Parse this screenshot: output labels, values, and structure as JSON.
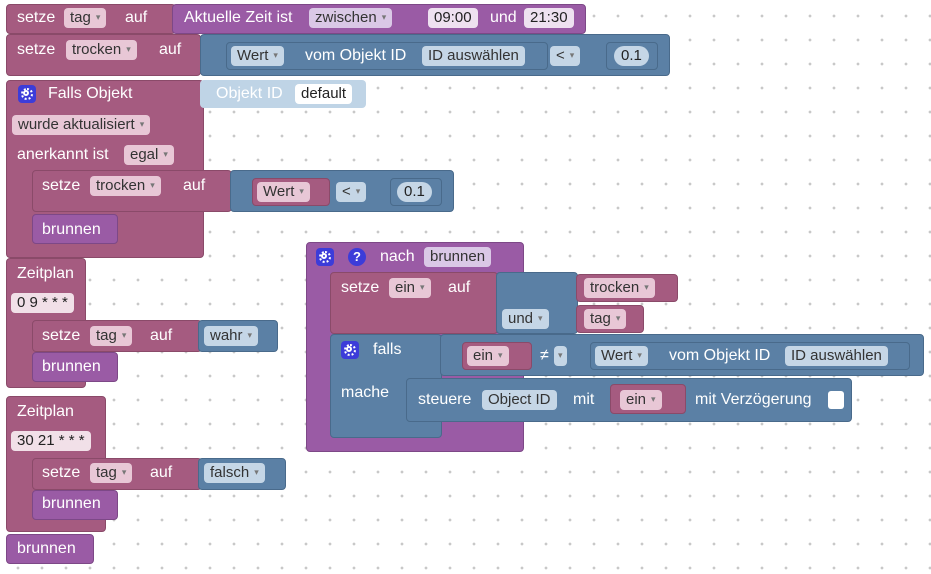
{
  "row1": {
    "set_label": "setze",
    "var": "tag",
    "to_label": "auf",
    "time_label": "Aktuelle Zeit ist",
    "time_op": "zwischen",
    "time_from": "09:00",
    "and_label": "und",
    "time_to": "21:30"
  },
  "row2": {
    "set_label": "setze",
    "var": "trocken",
    "to_label": "auf",
    "value_label": "Wert",
    "of_object_label": "vom Objekt ID",
    "object_id": "ID auswählen",
    "compare_op": "<",
    "threshold": "0.1"
  },
  "trigger": {
    "title": "Falls Objekt",
    "object_id_label": "Objekt ID",
    "object_id_value": "default",
    "updated": "wurde aktualisiert",
    "ack_label": "anerkannt ist",
    "ack_value": "egal",
    "set_label": "setze",
    "var": "trocken",
    "to_label": "auf",
    "value_label": "Wert",
    "compare_op": "<",
    "threshold": "0.1",
    "call": "brunnen"
  },
  "schedule1": {
    "title": "Zeitplan",
    "cron": "0 9 * * *",
    "set_label": "setze",
    "var": "tag",
    "to_label": "auf",
    "value": "wahr",
    "call": "brunnen"
  },
  "schedule2": {
    "title": "Zeitplan",
    "cron": "30 21 * * *",
    "set_label": "setze",
    "var": "tag",
    "to_label": "auf",
    "value": "falsch",
    "call": "brunnen"
  },
  "bottom_call": "brunnen",
  "procedure": {
    "header": "nach",
    "name": "brunnen",
    "help_symbol": "?",
    "set_label": "setze",
    "var": "ein",
    "to_label": "auf",
    "and_arg1": "trocken",
    "and_label": "und",
    "and_arg2": "tag",
    "if_label": "falls",
    "if_left": "ein",
    "neq_op": "≠",
    "value_label": "Wert",
    "of_object_label": "vom Objekt ID",
    "object_id": "ID auswählen",
    "do_label": "mache",
    "control_label": "steuere",
    "control_target": "Object ID",
    "with_label": "mit",
    "with_value": "ein",
    "delay_label": "mit Verzögerung"
  },
  "colors": {
    "pink_block": "#a55b80",
    "blue_block": "#5b80a5",
    "purple_block": "#9a5ba5",
    "gear": "#3c3cd9"
  },
  "icons": {
    "gear": "gear-icon",
    "help": "help-icon",
    "dropdown": "chevron-down-icon"
  }
}
